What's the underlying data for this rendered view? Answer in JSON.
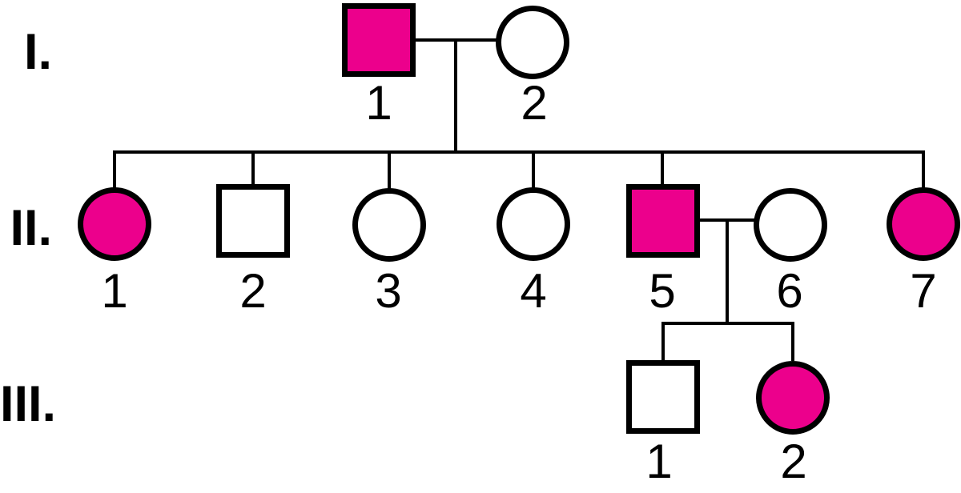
{
  "pedigree": {
    "description": "Three-generation pedigree chart",
    "colors": {
      "affected_fill": "#EC008C",
      "unaffected_fill": "#FFFFFF",
      "outline": "#000000",
      "line": "#000000",
      "background": "#FFFFFF"
    },
    "legend_semantics": {
      "square": "male",
      "circle": "female",
      "filled": "affected",
      "open": "unaffected"
    },
    "generations": [
      {
        "label": "I.",
        "individuals": [
          {
            "id": "I-1",
            "number": "1",
            "sex": "male",
            "affected": true
          },
          {
            "id": "I-2",
            "number": "2",
            "sex": "female",
            "affected": false
          }
        ]
      },
      {
        "label": "II.",
        "individuals": [
          {
            "id": "II-1",
            "number": "1",
            "sex": "female",
            "affected": true
          },
          {
            "id": "II-2",
            "number": "2",
            "sex": "male",
            "affected": false
          },
          {
            "id": "II-3",
            "number": "3",
            "sex": "female",
            "affected": false
          },
          {
            "id": "II-4",
            "number": "4",
            "sex": "female",
            "affected": false
          },
          {
            "id": "II-5",
            "number": "5",
            "sex": "male",
            "affected": true
          },
          {
            "id": "II-6",
            "number": "6",
            "sex": "female",
            "affected": false
          },
          {
            "id": "II-7",
            "number": "7",
            "sex": "female",
            "affected": true
          }
        ]
      },
      {
        "label": "III.",
        "individuals": [
          {
            "id": "III-1",
            "number": "1",
            "sex": "male",
            "affected": false
          },
          {
            "id": "III-2",
            "number": "2",
            "sex": "female",
            "affected": true
          }
        ]
      }
    ],
    "matings": [
      {
        "partners": [
          "I-1",
          "I-2"
        ],
        "children": [
          "II-1",
          "II-2",
          "II-3",
          "II-4",
          "II-5",
          "II-7"
        ]
      },
      {
        "partners": [
          "II-5",
          "II-6"
        ],
        "children": [
          "III-1",
          "III-2"
        ]
      }
    ]
  }
}
